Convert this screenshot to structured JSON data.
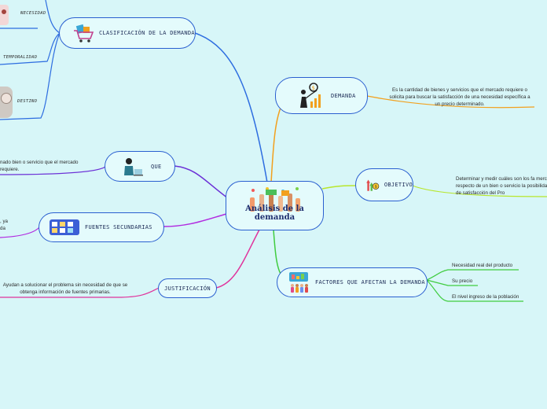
{
  "center": {
    "title": "Análisis de la demanda"
  },
  "right": {
    "demanda": {
      "label": "DEMANDA",
      "note": "Es la cantidad de bienes y servicios que el mercado requiere o solicita para buscar la satisfacción de una necesidad específica a un precio determinado."
    },
    "objetivo": {
      "label": "OBJETIVO",
      "note": "Determinar y medir cuáles son los fa mercado respecto de un bien o servicio la posibilidad de satisfacción del Pro"
    },
    "factores": {
      "label": "FACTORES QUE AFECTAN LA DEMANDA",
      "items": [
        "Necesidad real del producto",
        "Su precio",
        "El nivel ingreso de la población"
      ]
    }
  },
  "left": {
    "clasificacion": {
      "label": "CLASIFICACIÓN DE LA DEMANDA",
      "items": [
        "NECESIDAD",
        "TEMPORALIDAD",
        "DESTINO"
      ]
    },
    "que": {
      "label": "QUE",
      "note": "nado bien o servicio que el mercado requiere."
    },
    "fuentes": {
      "label": "FUENTES SECUNDARIAS",
      "note": ", ya da"
    },
    "justificacion": {
      "label": "JUSTIFICACIÓN",
      "note": "Ayudan a solucionar el problema sin necesidad de que se obtenga información de fuentes primarias."
    }
  },
  "colors": {
    "demanda": "#f2a01e",
    "objetivo": "#b8e62c",
    "factores": "#3fcc3f",
    "clasificacion": "#2d6de0",
    "que": "#6b2fd6",
    "fuentes": "#b12be0",
    "justificacion": "#e0339c"
  }
}
